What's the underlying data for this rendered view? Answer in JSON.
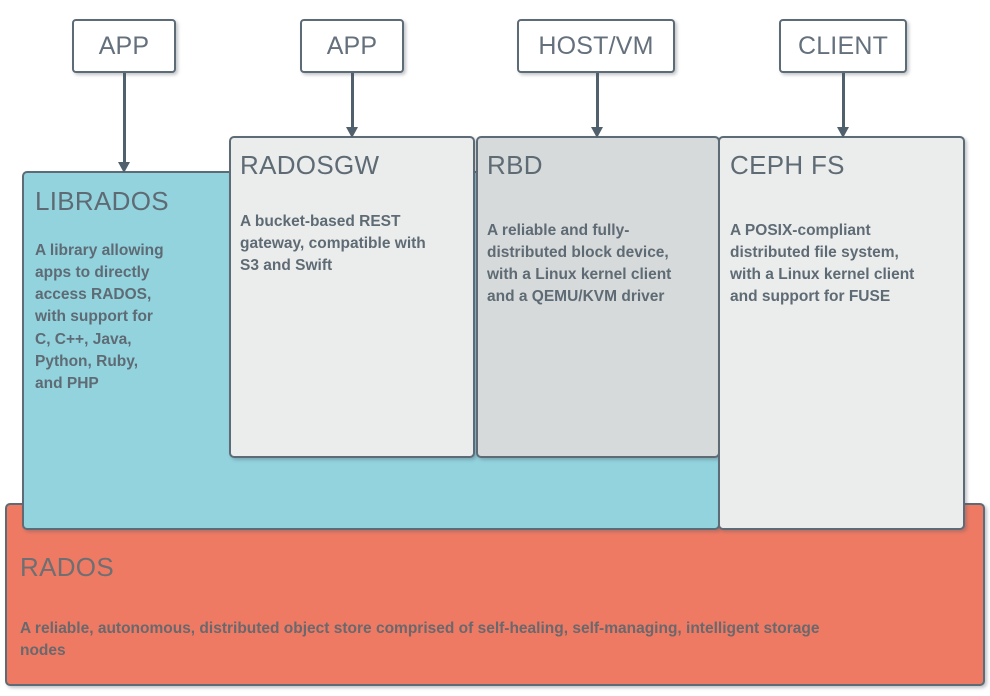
{
  "diagram": {
    "title": "Ceph storage architecture stack",
    "colors": {
      "librados_fill": "#92d3de",
      "radosgw_fill": "#ebeded",
      "rbd_fill": "#d6dadb",
      "cephfs_fill": "#ebeded",
      "rados_fill": "#ee7a64",
      "border": "#5d6b77",
      "text": "#5f6b74"
    }
  },
  "actors": [
    {
      "id": "app-librados",
      "label": "APP"
    },
    {
      "id": "app-radosgw",
      "label": "APP"
    },
    {
      "id": "host-vm",
      "label": "HOST/VM"
    },
    {
      "id": "client",
      "label": "CLIENT"
    }
  ],
  "arrows": [
    {
      "id": "arrow-app-to-librados",
      "from": "APP",
      "to": "LIBRADOS"
    },
    {
      "id": "arrow-app-to-radosgw",
      "from": "APP",
      "to": "RADOSGW"
    },
    {
      "id": "arrow-hostvm-to-rbd",
      "from": "HOST/VM",
      "to": "RBD"
    },
    {
      "id": "arrow-client-to-cephfs",
      "from": "CLIENT",
      "to": "CEPH FS"
    }
  ],
  "layers": {
    "librados": {
      "title": "LIBRADOS",
      "description": "A library allowing\napps to directly\naccess RADOS,\nwith support for\nC, C++, Java,\nPython, Ruby,\nand PHP"
    },
    "radosgw": {
      "title": "RADOSGW",
      "description": "A bucket-based REST\ngateway, compatible with\nS3 and Swift"
    },
    "rbd": {
      "title": "RBD",
      "description": "A reliable and fully-\ndistributed block device,\nwith a Linux kernel client\nand a QEMU/KVM driver"
    },
    "cephfs": {
      "title": "CEPH FS",
      "description": "A POSIX-compliant\ndistributed file system,\nwith a Linux kernel client\nand support for FUSE"
    },
    "rados": {
      "title": "RADOS",
      "description": "A reliable, autonomous, distributed object store comprised of self-healing, self-managing, intelligent storage\nnodes"
    }
  }
}
